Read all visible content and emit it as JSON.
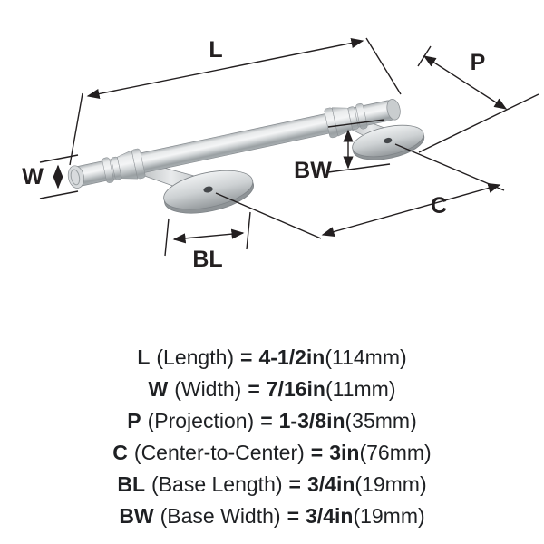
{
  "diagram": {
    "labels": {
      "l": "L",
      "w": "W",
      "p": "P",
      "c": "C",
      "bl": "BL",
      "bw": "BW"
    }
  },
  "specs": [
    {
      "code": "L",
      "name": "(Length)",
      "equals": "=",
      "value": "4-1/2in",
      "metric": "(114mm)"
    },
    {
      "code": "W",
      "name": "(Width)",
      "equals": "=",
      "value": "7/16in",
      "metric": "(11mm)"
    },
    {
      "code": "P",
      "name": "(Projection)",
      "equals": "=",
      "value": "1-3/8in",
      "metric": "(35mm)"
    },
    {
      "code": "C",
      "name": "(Center-to-Center)",
      "equals": "=",
      "value": "3in",
      "metric": "(76mm)"
    },
    {
      "code": "BL",
      "name": "(Base Length)",
      "equals": "=",
      "value": "3/4in",
      "metric": "(19mm)"
    },
    {
      "code": "BW",
      "name": "(Base Width)",
      "equals": "=",
      "value": "3/4in",
      "metric": "(19mm)"
    }
  ],
  "colors": {
    "line": "#231f20",
    "nickel_light": "#f4f5f6",
    "nickel_mid": "#cfd3d5",
    "nickel_dark": "#8f9497",
    "hole": "#44474a"
  }
}
